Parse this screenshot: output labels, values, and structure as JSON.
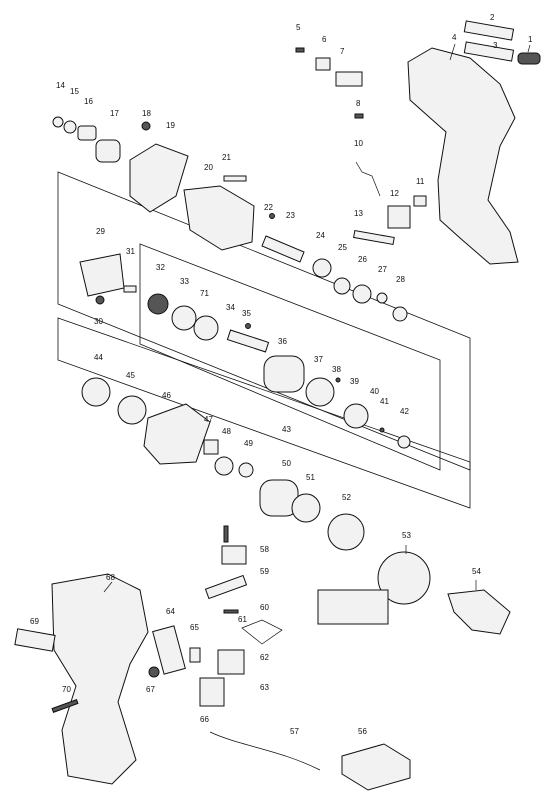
{
  "diagram": {
    "labels": [
      "1",
      "2",
      "3",
      "4",
      "5",
      "6",
      "7",
      "8",
      "10",
      "11",
      "12",
      "13",
      "14",
      "15",
      "16",
      "17",
      "18",
      "19",
      "20",
      "21",
      "22",
      "23",
      "24",
      "25",
      "26",
      "27",
      "28",
      "29",
      "30",
      "31",
      "32",
      "33",
      "71",
      "34",
      "35",
      "36",
      "37",
      "38",
      "39",
      "40",
      "41",
      "42",
      "43",
      "44",
      "45",
      "46",
      "47",
      "48",
      "49",
      "50",
      "51",
      "52",
      "53",
      "54",
      "58",
      "59",
      "60",
      "61",
      "62",
      "63",
      "64",
      "65",
      "66",
      "67",
      "68",
      "69",
      "70",
      "56",
      "57"
    ]
  }
}
